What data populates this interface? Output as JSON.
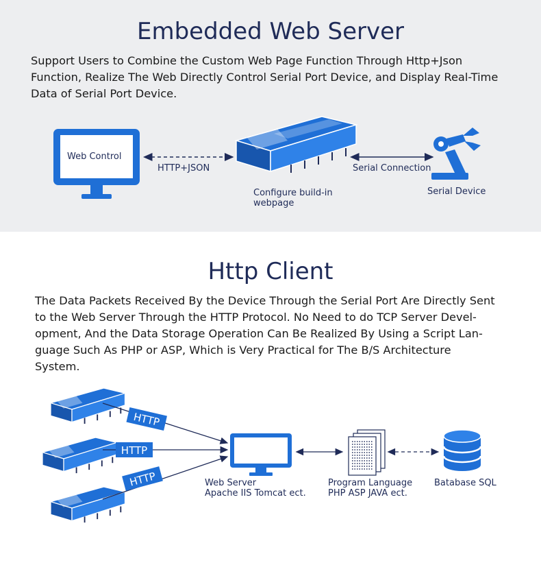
{
  "colors": {
    "accent": "#1f6fd6",
    "dark_blue": "#1f2b58",
    "panel_bg": "#edeef0"
  },
  "embedded": {
    "title": "Embedded Web Server",
    "description_lines": [
      "Support Users to Combine the Custom Web Page Function Through Http+Json",
      "Function, Realize The Web Directly Control Serial Port Device, and Display Real-Time",
      "Data of Serial Port Device."
    ],
    "monitor_label": "Web Control",
    "link1_label": "HTTP+JSON",
    "device_label_lines": [
      "Configure build-in",
      "webpage"
    ],
    "link2_label": "Serial Connection",
    "serial_device_label": "Serial Device"
  },
  "http_client": {
    "title": "Http Client",
    "description_lines": [
      "The Data Packets Received By the Device Through the Serial Port Are Directly Sent",
      "to the Web Server Through the HTTP Protocol. No Need to do TCP Server Devel-",
      "opment, And the Data Storage Operation Can Be Realized By Using a Script Lan-",
      "guage Such As PHP or ASP, Which is Very Practical for The B/S Architecture",
      "System."
    ],
    "http_tags": [
      "HTTP",
      "HTTP",
      "HTTP"
    ],
    "web_server_label_lines": [
      "Web Server",
      "Apache IIS Tomcat ect."
    ],
    "program_label_lines": [
      "Program Language",
      "PHP ASP JAVA ect."
    ],
    "database_label": "Batabase SQL"
  },
  "icons": [
    "monitor-icon",
    "device-module-icon",
    "robot-arm-icon",
    "document-icon",
    "database-icon"
  ]
}
